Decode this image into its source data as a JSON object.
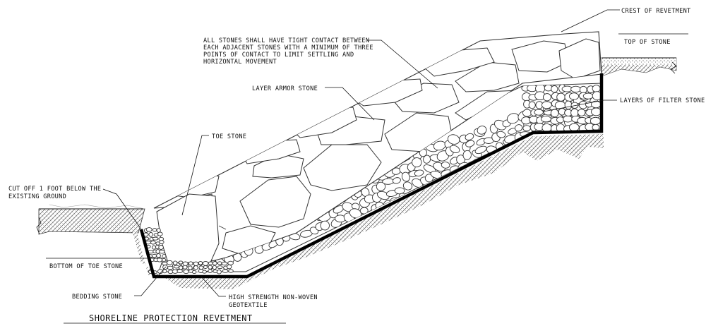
{
  "diagram": {
    "title": "SHORELINE PROTECTION REVETMENT",
    "labels": {
      "crest": "CREST OF REVETMENT",
      "top_of_stone": "TOP OF STONE",
      "stones_note": [
        "ALL STONES SHALL HAVE TIGHT CONTACT BETWEEN",
        "EACH ADJACENT STONES WITH A MINIMUM OF THREE",
        "POINTS OF CONTACT TO LIMIT SETTLING AND",
        "HORIZONTAL MOVEMENT"
      ],
      "armor_layer": "LAYER ARMOR STONE",
      "filter_layers": "LAYERS OF FILTER STONE",
      "toe_stone": "TOE STONE",
      "cut_off_note": [
        "CUT OFF 1 FOOT BELOW THE",
        "EXISTING GROUND"
      ],
      "bottom_of_toe": "BOTTOM OF TOE STONE",
      "bedding_stone": "BEDDING STONE",
      "geotextile": [
        "HIGH STRENGTH NON-WOVEN",
        "GEOTEXTILE"
      ]
    },
    "colors": {
      "ink": "#111111",
      "soil_hatch": "#555555",
      "fabric": "#000000"
    }
  }
}
